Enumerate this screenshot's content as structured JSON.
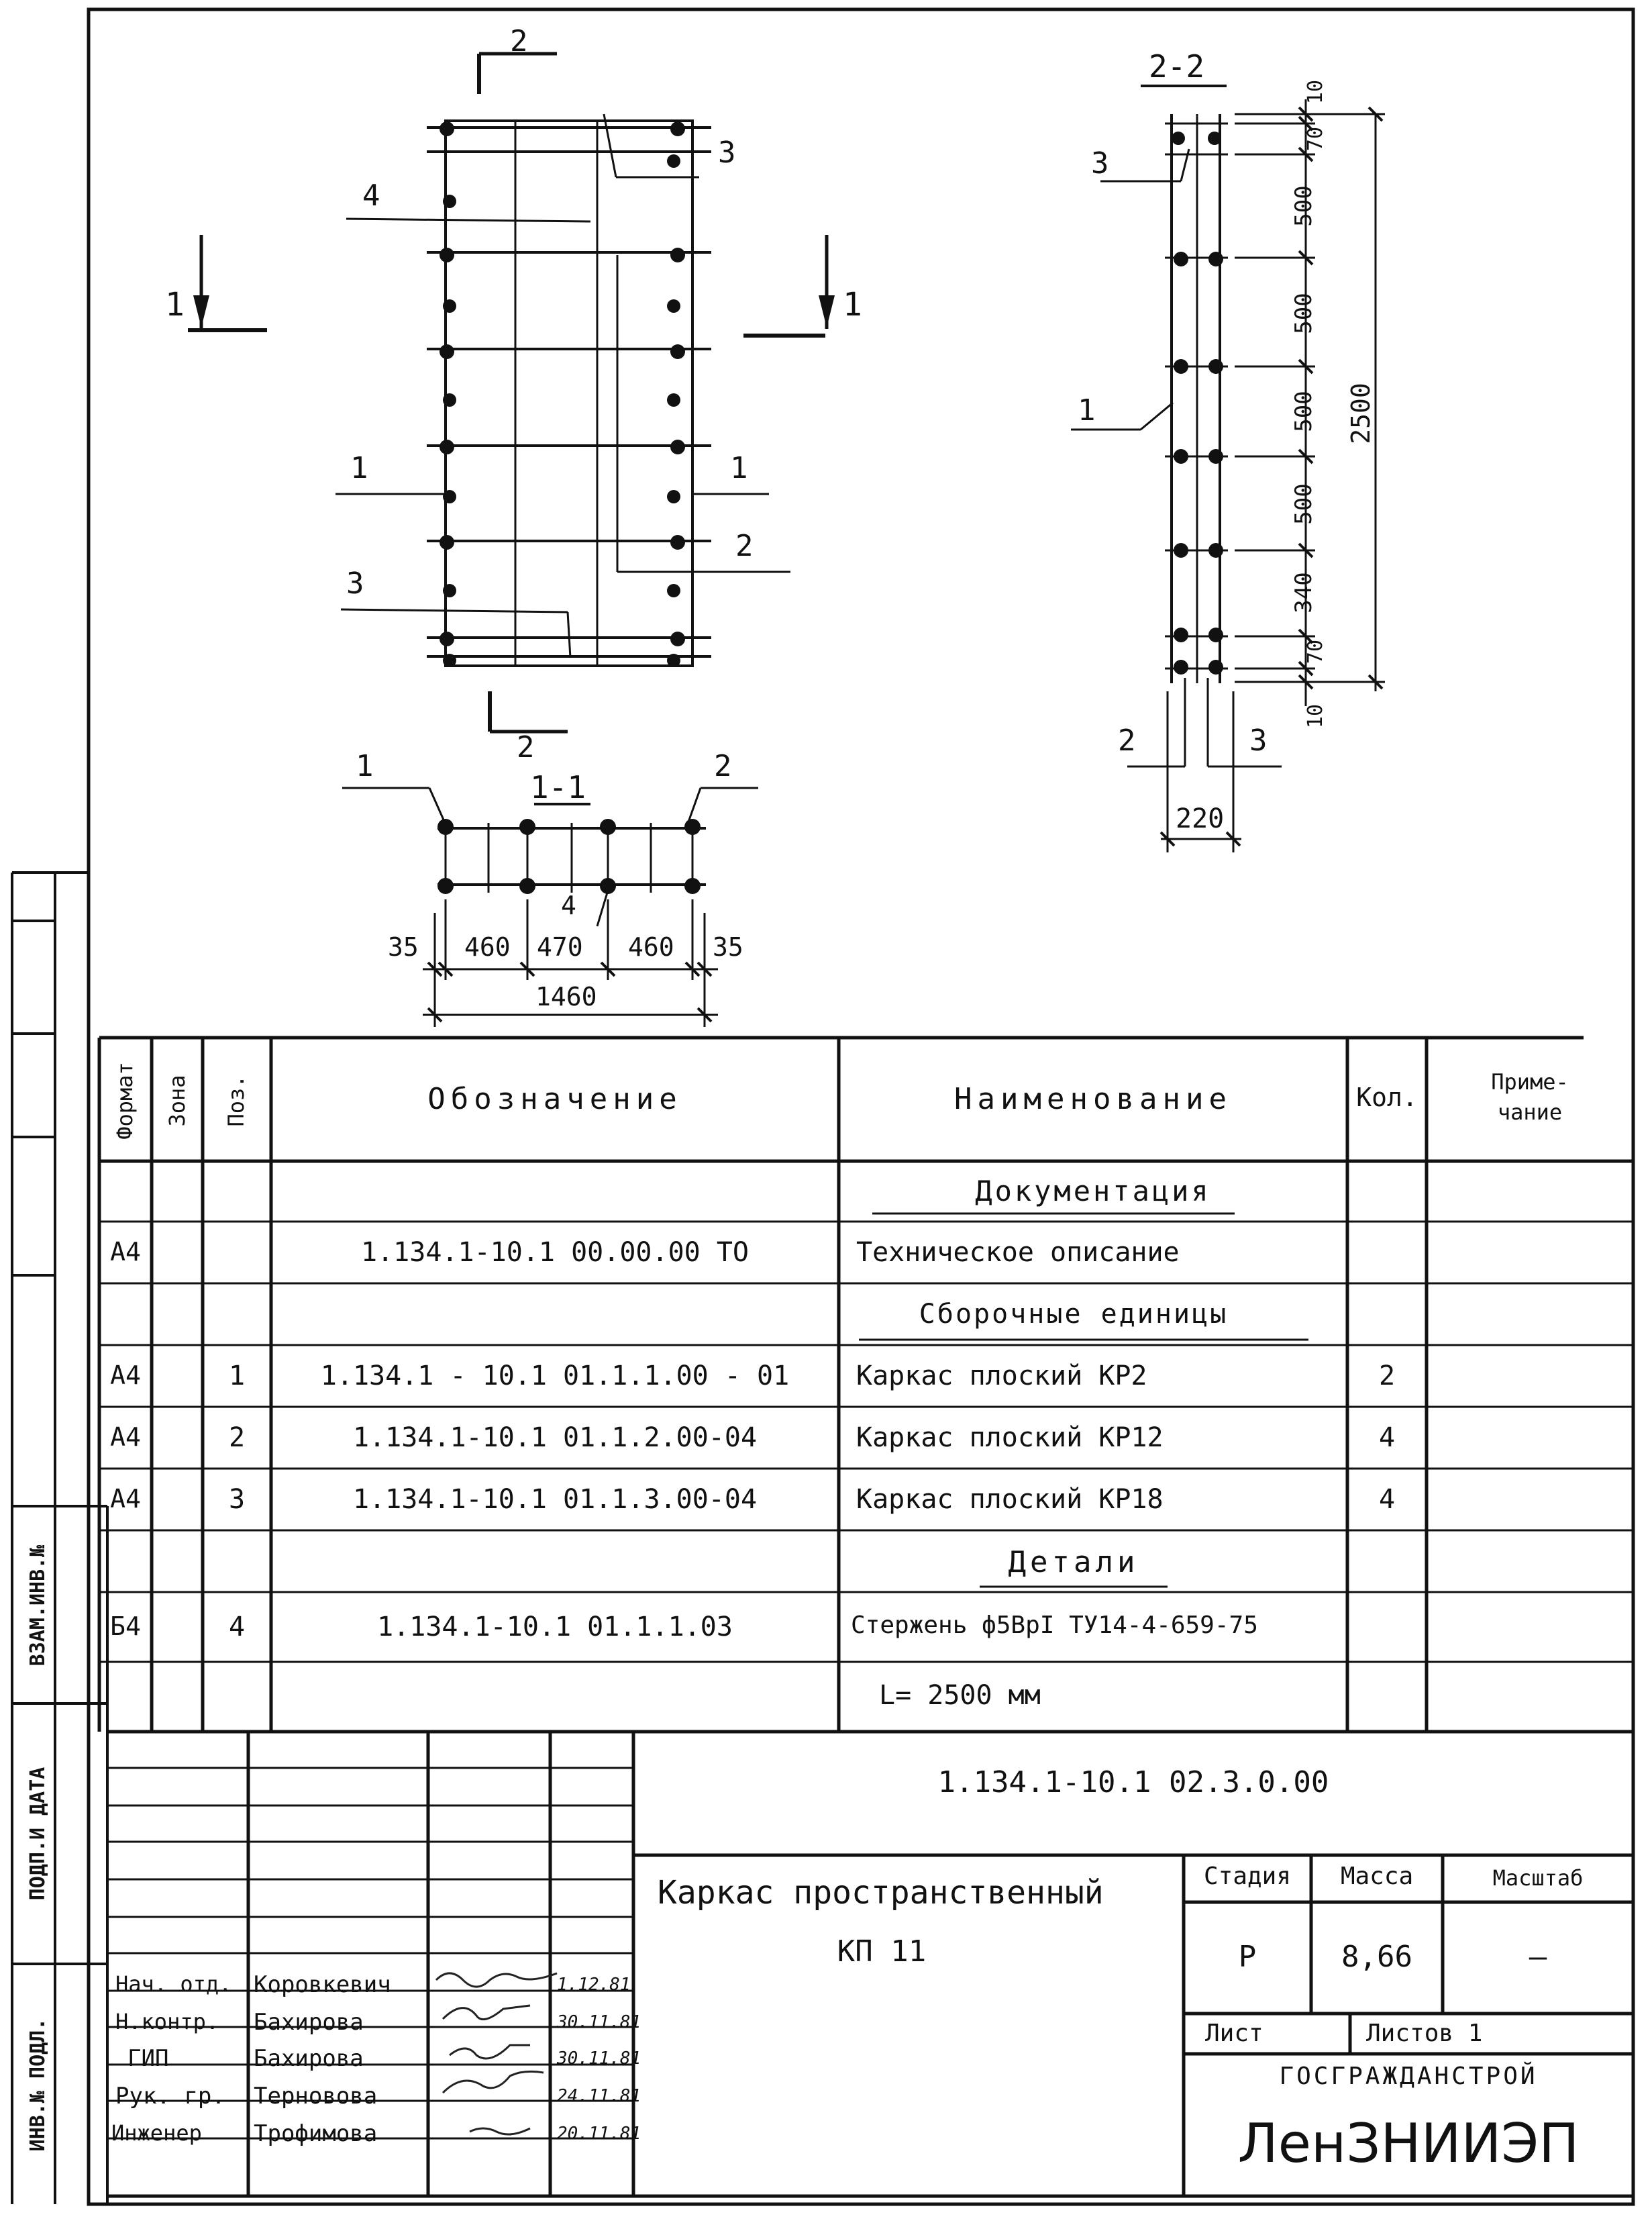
{
  "drawing": {
    "section_mark_1": "1",
    "section_mark_2": "2",
    "section_22_title": "2-2",
    "section_11_title": "1-1",
    "pos_labels_plan": [
      "2",
      "3",
      "4",
      "1",
      "1",
      "2",
      "3",
      "2"
    ],
    "dims_22": [
      "10",
      "70",
      "500",
      "500",
      "500",
      "500",
      "340",
      "70",
      "10"
    ],
    "dim_22_total": "2500",
    "dim_22_width": "220",
    "pos_labels_22": [
      "3",
      "1",
      "2",
      "3"
    ],
    "pos_labels_11": [
      "1",
      "2",
      "4"
    ],
    "dims_11": [
      "35",
      "460",
      "470",
      "460",
      "35"
    ],
    "dim_11_total": "1460"
  },
  "left_strip": {
    "labels": [
      "ИНВ.№ ПОДЛ.",
      "ПОДП.И ДАТА",
      "ВЗАМ.ИНВ.№"
    ]
  },
  "spec": {
    "headers": {
      "format": "Формат",
      "zone": "Зона",
      "pos": "Поз.",
      "designation": "Обозначение",
      "name": "Наименование",
      "qty": "Кол.",
      "note": "Приме-\nчание"
    },
    "rows": [
      {
        "format": "",
        "zone": "",
        "pos": "",
        "designation": "",
        "name": "Документация",
        "qty": "",
        "note": "",
        "section": true
      },
      {
        "format": "А4",
        "zone": "",
        "pos": "",
        "designation": "1.134.1-10.1 00.00.00 ТО",
        "name": "Техническое описание",
        "qty": "",
        "note": ""
      },
      {
        "format": "",
        "zone": "",
        "pos": "",
        "designation": "",
        "name": "Сборочные единицы",
        "qty": "",
        "note": "",
        "section": true
      },
      {
        "format": "А4",
        "zone": "",
        "pos": "1",
        "designation": "1.134.1 - 10.1 01.1.1.00 - 01",
        "name": "Каркас плоский КР2",
        "qty": "2",
        "note": ""
      },
      {
        "format": "А4",
        "zone": "",
        "pos": "2",
        "designation": "1.134.1-10.1 01.1.2.00-04",
        "name": "Каркас плоский КР12",
        "qty": "4",
        "note": ""
      },
      {
        "format": "А4",
        "zone": "",
        "pos": "3",
        "designation": "1.134.1-10.1 01.1.3.00-04",
        "name": "Каркас плоский КР18",
        "qty": "4",
        "note": ""
      },
      {
        "format": "",
        "zone": "",
        "pos": "",
        "designation": "",
        "name": "Детали",
        "qty": "",
        "note": "",
        "section": true
      },
      {
        "format": "Б4",
        "zone": "",
        "pos": "4",
        "designation": "1.134.1-10.1 01.1.1.03",
        "name": "Стержень ф5ВрI ТУ14-4-659-75",
        "qty": "",
        "note": ""
      },
      {
        "format": "",
        "zone": "",
        "pos": "",
        "designation": "",
        "name": "L= 2500 мм",
        "qty": "",
        "note": ""
      }
    ]
  },
  "title_block": {
    "doc_number": "1.134.1-10.1 02.3.0.00",
    "title_line1": "Каркас пространственный",
    "title_line2": "КП 11",
    "stage_label": "Стадия",
    "mass_label": "Масса",
    "scale_label": "Масштаб",
    "stage_value": "Р",
    "mass_value": "8,66",
    "scale_value": "—",
    "sheet_label": "Лист",
    "sheets_label": "Листов 1",
    "org_line1": "ГОСГРАЖДАНСТРОЙ",
    "org_line2": "ЛенЗНИИЭП",
    "staff": [
      {
        "role": "Нач. отд.",
        "name": "Коровкевич",
        "date": "1.12.81"
      },
      {
        "role": "Н.контр.",
        "name": "Бахирова",
        "date": "30.11.81"
      },
      {
        "role": "ГИП",
        "name": "Бахирова",
        "date": "30.11.81"
      },
      {
        "role": "Рук. гр.",
        "name": "Терновова",
        "date": "24.11.81"
      },
      {
        "role": "Инженер",
        "name": "Трофимова",
        "date": "20.11.81"
      }
    ]
  }
}
